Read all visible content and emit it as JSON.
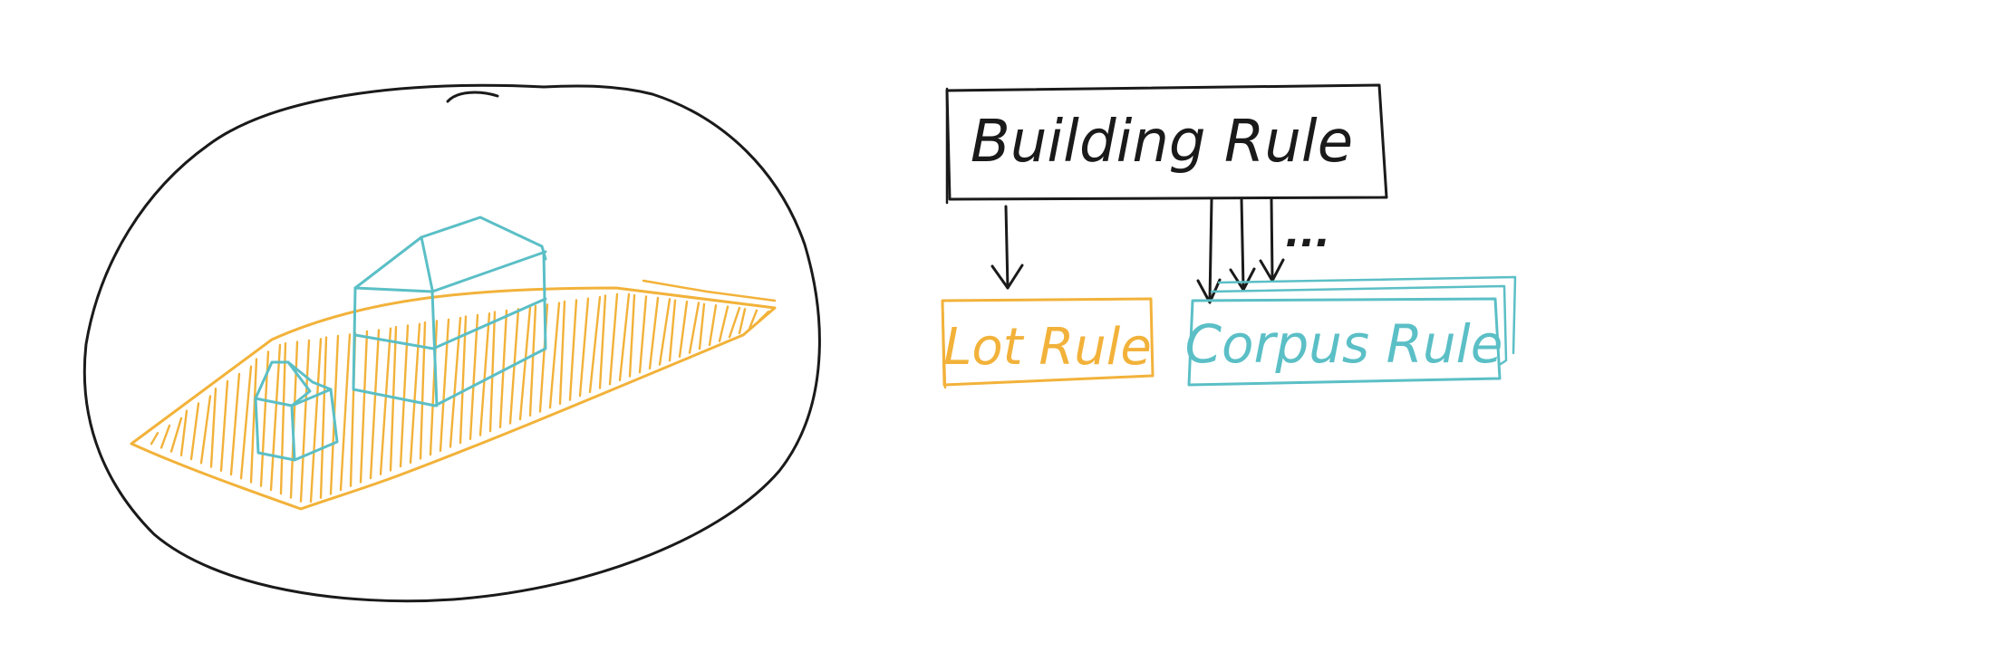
{
  "diagram": {
    "building_rule": {
      "label": "Building Rule"
    },
    "lot_rule": {
      "label": "Lot Rule"
    },
    "corpus_rule": {
      "label": "Corpus Rule"
    },
    "ellipsis": "...",
    "colors": {
      "ink": "#1a1a1a",
      "lot": "#f2b23a",
      "corpus": "#5bbfc6",
      "background": "#ffffff"
    }
  }
}
